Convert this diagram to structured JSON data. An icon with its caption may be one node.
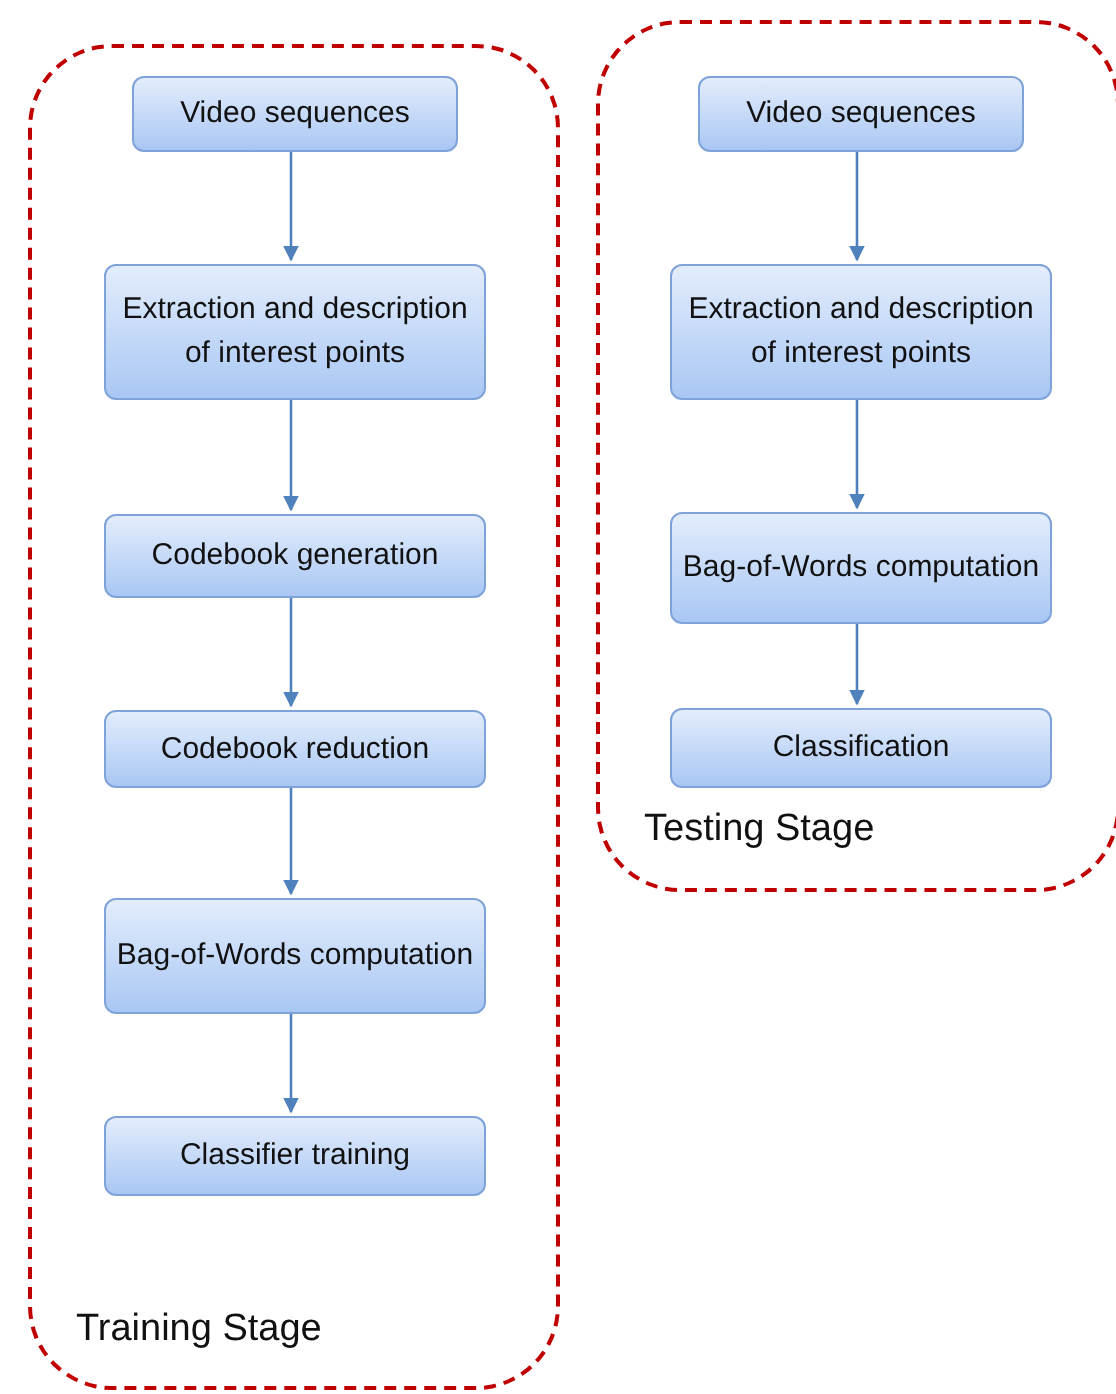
{
  "diagram": {
    "nodes": [
      {
        "text": [
          "Training Stage"
        ]
      },
      {
        "text": [
          "Video sequences"
        ],
        "in": 0
      },
      {
        "text": [
          "Extraction and description of interest points"
        ],
        "in": 0
      },
      {
        "text": [
          "Codebook generation"
        ],
        "in": 0
      },
      {
        "text": [
          "Codebook reduction"
        ],
        "in": 0
      },
      {
        "text": [
          "Bag-of-Words computation"
        ],
        "in": 0
      },
      {
        "text": [
          "Classifier training"
        ],
        "in": 0
      },
      {
        "text": [
          "Testing Stage"
        ]
      },
      {
        "text": [
          "Video sequences"
        ],
        "in": 7
      },
      {
        "text": [
          "Extraction and description of interest points"
        ],
        "in": 7
      },
      {
        "text": [
          "Bag-of-Words computation"
        ],
        "in": 7
      },
      {
        "text": [
          "Classification"
        ],
        "in": 7
      }
    ],
    "edges": [
      {
        "from": 1,
        "to": 2,
        "arrow": "to"
      },
      {
        "from": 2,
        "to": 3,
        "arrow": "to"
      },
      {
        "from": 3,
        "to": 4,
        "arrow": "to"
      },
      {
        "from": 4,
        "to": 5,
        "arrow": "to"
      },
      {
        "from": 5,
        "to": 6,
        "arrow": "to"
      },
      {
        "from": 8,
        "to": 9,
        "arrow": "to"
      },
      {
        "from": 9,
        "to": 10,
        "arrow": "to"
      },
      {
        "from": 10,
        "to": 11,
        "arrow": "to"
      }
    ]
  }
}
